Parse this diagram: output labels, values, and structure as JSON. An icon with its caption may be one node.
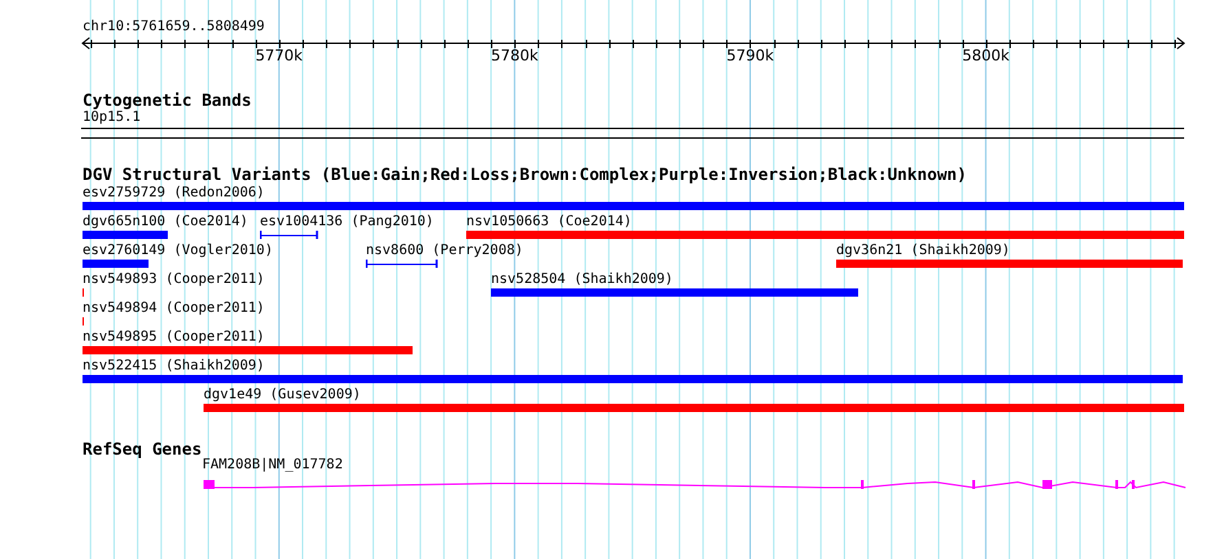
{
  "diagram": {
    "nodes": [
      {
        "text": [
          "esv2759729 (Redon2006)"
        ]
      },
      {
        "text": [
          "dgv665n100 (Coe2014)"
        ]
      },
      {
        "text": [
          "esv1004136 (Pang2010)"
        ]
      },
      {
        "text": [
          "nsv1050663 (Coe2014)"
        ]
      },
      {
        "text": [
          "esv2760149 (Vogler2010)"
        ]
      },
      {
        "text": [
          "nsv8600 (Perry2008)"
        ]
      },
      {
        "text": [
          "dgv36n21 (Shaikh2009)"
        ]
      },
      {
        "text": [
          "nsv549893 (Cooper2011)"
        ]
      },
      {
        "text": [
          "nsv528504 (Shaikh2009)"
        ]
      },
      {
        "text": [
          "nsv549894 (Cooper2011)"
        ]
      },
      {
        "text": [
          "nsv549895 (Cooper2011)"
        ]
      },
      {
        "text": [
          "nsv522415 (Shaikh2009)"
        ]
      },
      {
        "text": [
          "dgv1e49 (Gusev2009)"
        ]
      },
      {
        "text": [
          "FAM208B|NM_017782"
        ]
      }
    ],
    "labels": [
      "chr10:5761659..5808499",
      "5770k",
      "5780k",
      "5790k",
      "5800k",
      "Cytogenetic Bands",
      "10p15.1",
      "DGV Structural Variants (Blue:Gain;Red:Loss;Brown:Complex;Purple:Inversion;Black:Unknown)",
      "RefSeq Genes"
    ]
  }
}
